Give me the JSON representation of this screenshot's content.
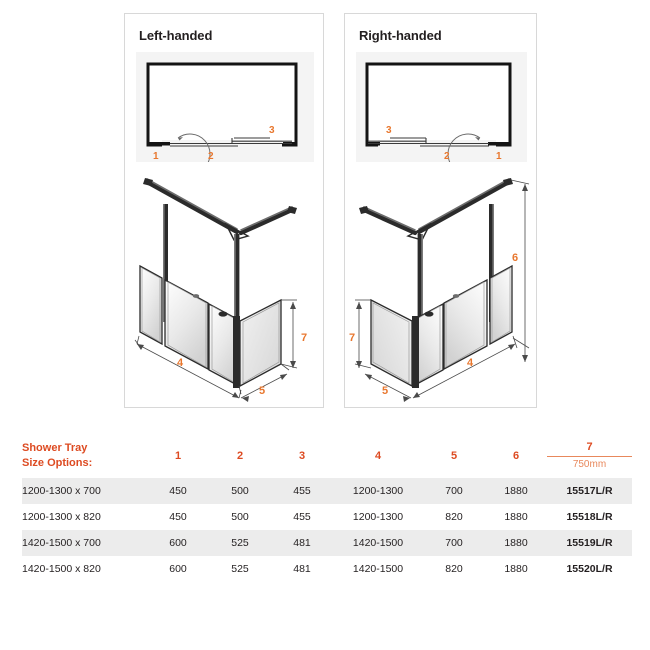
{
  "diagrams": {
    "left": {
      "title": "Left-handed",
      "plan_labels": [
        "1",
        "2",
        "3"
      ],
      "iso_labels": [
        "4",
        "5",
        "7"
      ]
    },
    "right": {
      "title": "Right-handed",
      "plan_labels": [
        "3",
        "2",
        "1"
      ],
      "iso_labels": [
        "7",
        "5",
        "4",
        "6"
      ]
    }
  },
  "table": {
    "header": {
      "size_options": "Shower Tray\nSize Options:",
      "cols": [
        "1",
        "2",
        "3",
        "4",
        "5",
        "6"
      ],
      "col7_number": "7",
      "col7_sub": "750mm"
    },
    "rows": [
      {
        "size": "1200-1300 x 700",
        "c1": "450",
        "c2": "500",
        "c3": "455",
        "c4": "1200-1300",
        "c5": "700",
        "c6": "1880",
        "code": "15517L/R"
      },
      {
        "size": "1200-1300 x 820",
        "c1": "450",
        "c2": "500",
        "c3": "455",
        "c4": "1200-1300",
        "c5": "820",
        "c6": "1880",
        "code": "15518L/R"
      },
      {
        "size": "1420-1500 x 700",
        "c1": "600",
        "c2": "525",
        "c3": "481",
        "c4": "1420-1500",
        "c5": "700",
        "c6": "1880",
        "code": "15519L/R"
      },
      {
        "size": "1420-1500 x 820",
        "c1": "600",
        "c2": "525",
        "c3": "481",
        "c4": "1420-1500",
        "c5": "820",
        "c6": "1880",
        "code": "15520L/R"
      }
    ]
  },
  "colors": {
    "accent_orange": "#e8772e",
    "header_red": "#dd4b22",
    "row_shade": "#ececec",
    "panel_border": "#d8d8d8",
    "plan_bg": "#f4f4f4",
    "frame_dark": "#2b2b2b"
  }
}
